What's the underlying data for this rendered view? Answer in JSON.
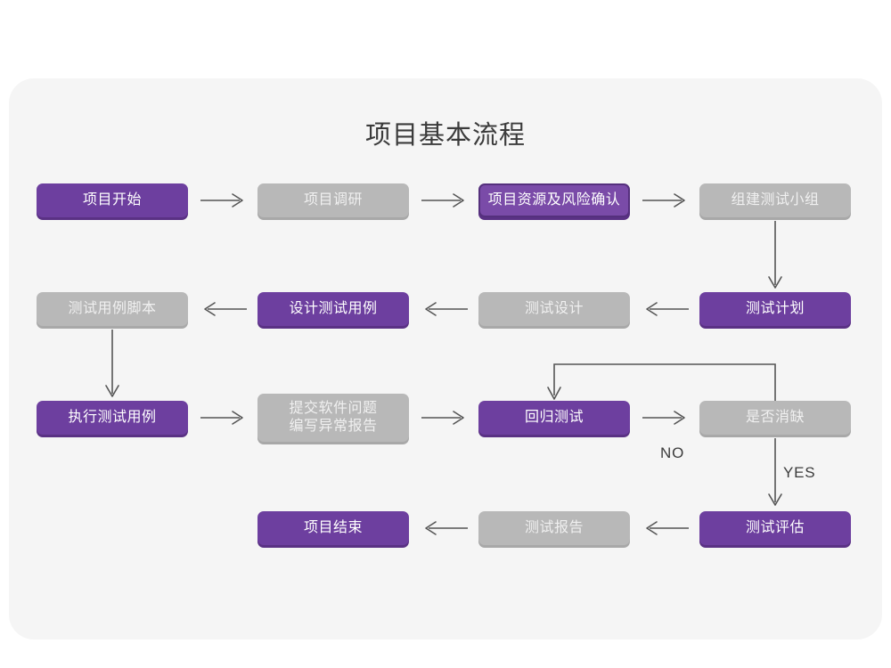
{
  "card": {
    "background": "#f5f5f5",
    "title": "项目基本流程"
  },
  "colors": {
    "purple": "#6d3f9f",
    "purple_outline_fill": "#7a4ba8",
    "purple_outline_border": "#55307d",
    "purple_shadow": "#5a3184",
    "gray": "#b8b8b8",
    "gray_shadow": "#a8a8a8",
    "gray_text": "#f0f0f0",
    "connector": "#555555",
    "title_text": "#3b3b3b",
    "page_background": "#ffffff"
  },
  "nodes": [
    {
      "id": "n1",
      "label": "项目开始",
      "style": "purple"
    },
    {
      "id": "n2",
      "label": "项目调研",
      "style": "gray"
    },
    {
      "id": "n3",
      "label": "项目资源及风险确认",
      "style": "purple-outline"
    },
    {
      "id": "n4",
      "label": "组建测试小组",
      "style": "gray"
    },
    {
      "id": "n5",
      "label": "测试计划",
      "style": "purple"
    },
    {
      "id": "n6",
      "label": "测试设计",
      "style": "gray"
    },
    {
      "id": "n7",
      "label": "设计测试用例",
      "style": "purple"
    },
    {
      "id": "n8",
      "label": "测试用例脚本",
      "style": "gray"
    },
    {
      "id": "n9",
      "label": "执行测试用例",
      "style": "purple"
    },
    {
      "id": "n10",
      "label": "提交软件问题\n编写异常报告",
      "style": "gray"
    },
    {
      "id": "n11",
      "label": "回归测试",
      "style": "purple"
    },
    {
      "id": "n12",
      "label": "是否消缺",
      "style": "gray"
    },
    {
      "id": "n13",
      "label": "测试评估",
      "style": "purple"
    },
    {
      "id": "n14",
      "label": "测试报告",
      "style": "gray"
    },
    {
      "id": "n15",
      "label": "项目结束",
      "style": "purple"
    }
  ],
  "edge_labels": {
    "no": "NO",
    "yes": "YES"
  },
  "edges": [
    {
      "from": "n1",
      "to": "n2",
      "direction": "right"
    },
    {
      "from": "n2",
      "to": "n3",
      "direction": "right"
    },
    {
      "from": "n3",
      "to": "n4",
      "direction": "right"
    },
    {
      "from": "n4",
      "to": "n5",
      "direction": "down"
    },
    {
      "from": "n5",
      "to": "n6",
      "direction": "left"
    },
    {
      "from": "n6",
      "to": "n7",
      "direction": "left"
    },
    {
      "from": "n7",
      "to": "n8",
      "direction": "left"
    },
    {
      "from": "n8",
      "to": "n9",
      "direction": "down"
    },
    {
      "from": "n9",
      "to": "n10",
      "direction": "right"
    },
    {
      "from": "n10",
      "to": "n11",
      "direction": "right"
    },
    {
      "from": "n11",
      "to": "n12",
      "direction": "right"
    },
    {
      "from": "n12",
      "to": "n11",
      "direction": "loop-up-left",
      "label": "NO"
    },
    {
      "from": "n12",
      "to": "n13",
      "direction": "down",
      "label": "YES"
    },
    {
      "from": "n13",
      "to": "n14",
      "direction": "left"
    },
    {
      "from": "n14",
      "to": "n15",
      "direction": "left"
    }
  ]
}
